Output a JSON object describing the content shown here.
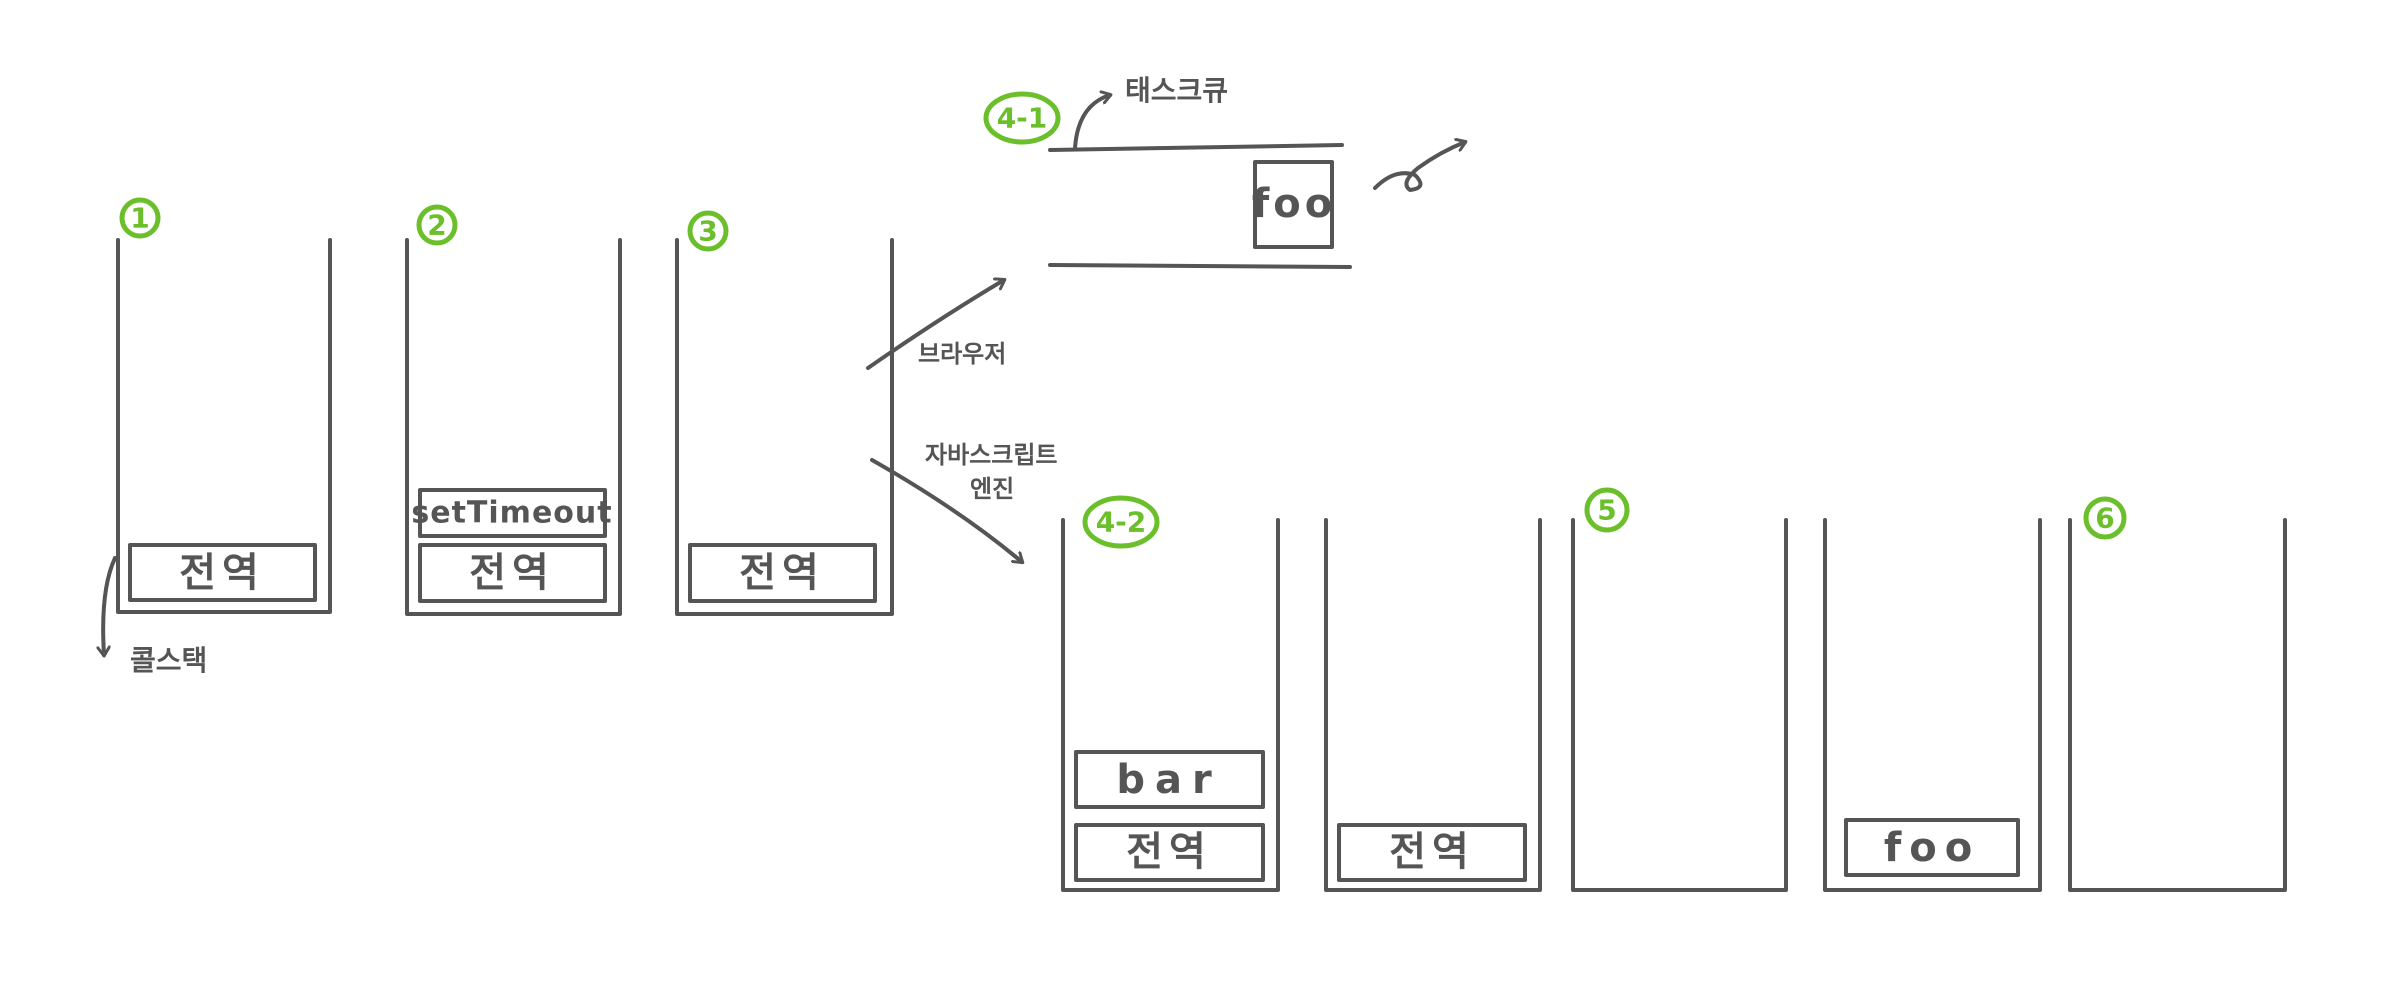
{
  "colors": {
    "ink": "#555555",
    "accent": "#6bbf2a",
    "background": "#ffffff"
  },
  "steps": {
    "s1": "1",
    "s2": "2",
    "s3": "3",
    "s4_1": "4-1",
    "s4_2": "4-2",
    "s5": "5",
    "s6": "6"
  },
  "stacks": {
    "s1": {
      "frames": [
        "전역"
      ]
    },
    "s2": {
      "frames": [
        "setTimeout",
        "전역"
      ]
    },
    "s3": {
      "frames": [
        "전역"
      ]
    },
    "s4_2": {
      "frames": [
        "bar",
        "전역"
      ]
    },
    "s5a": {
      "frames": [
        "전역"
      ]
    },
    "s5b": {
      "frames": []
    },
    "s5c": {
      "frames": [
        "foo"
      ]
    },
    "s6": {
      "frames": []
    }
  },
  "task_queue": {
    "label": "태스크큐",
    "item": "foo"
  },
  "labels": {
    "call_stack": "콜스택",
    "browser": "브라우저",
    "js_engine_line1": "자바스크립트",
    "js_engine_line2": "엔진"
  }
}
